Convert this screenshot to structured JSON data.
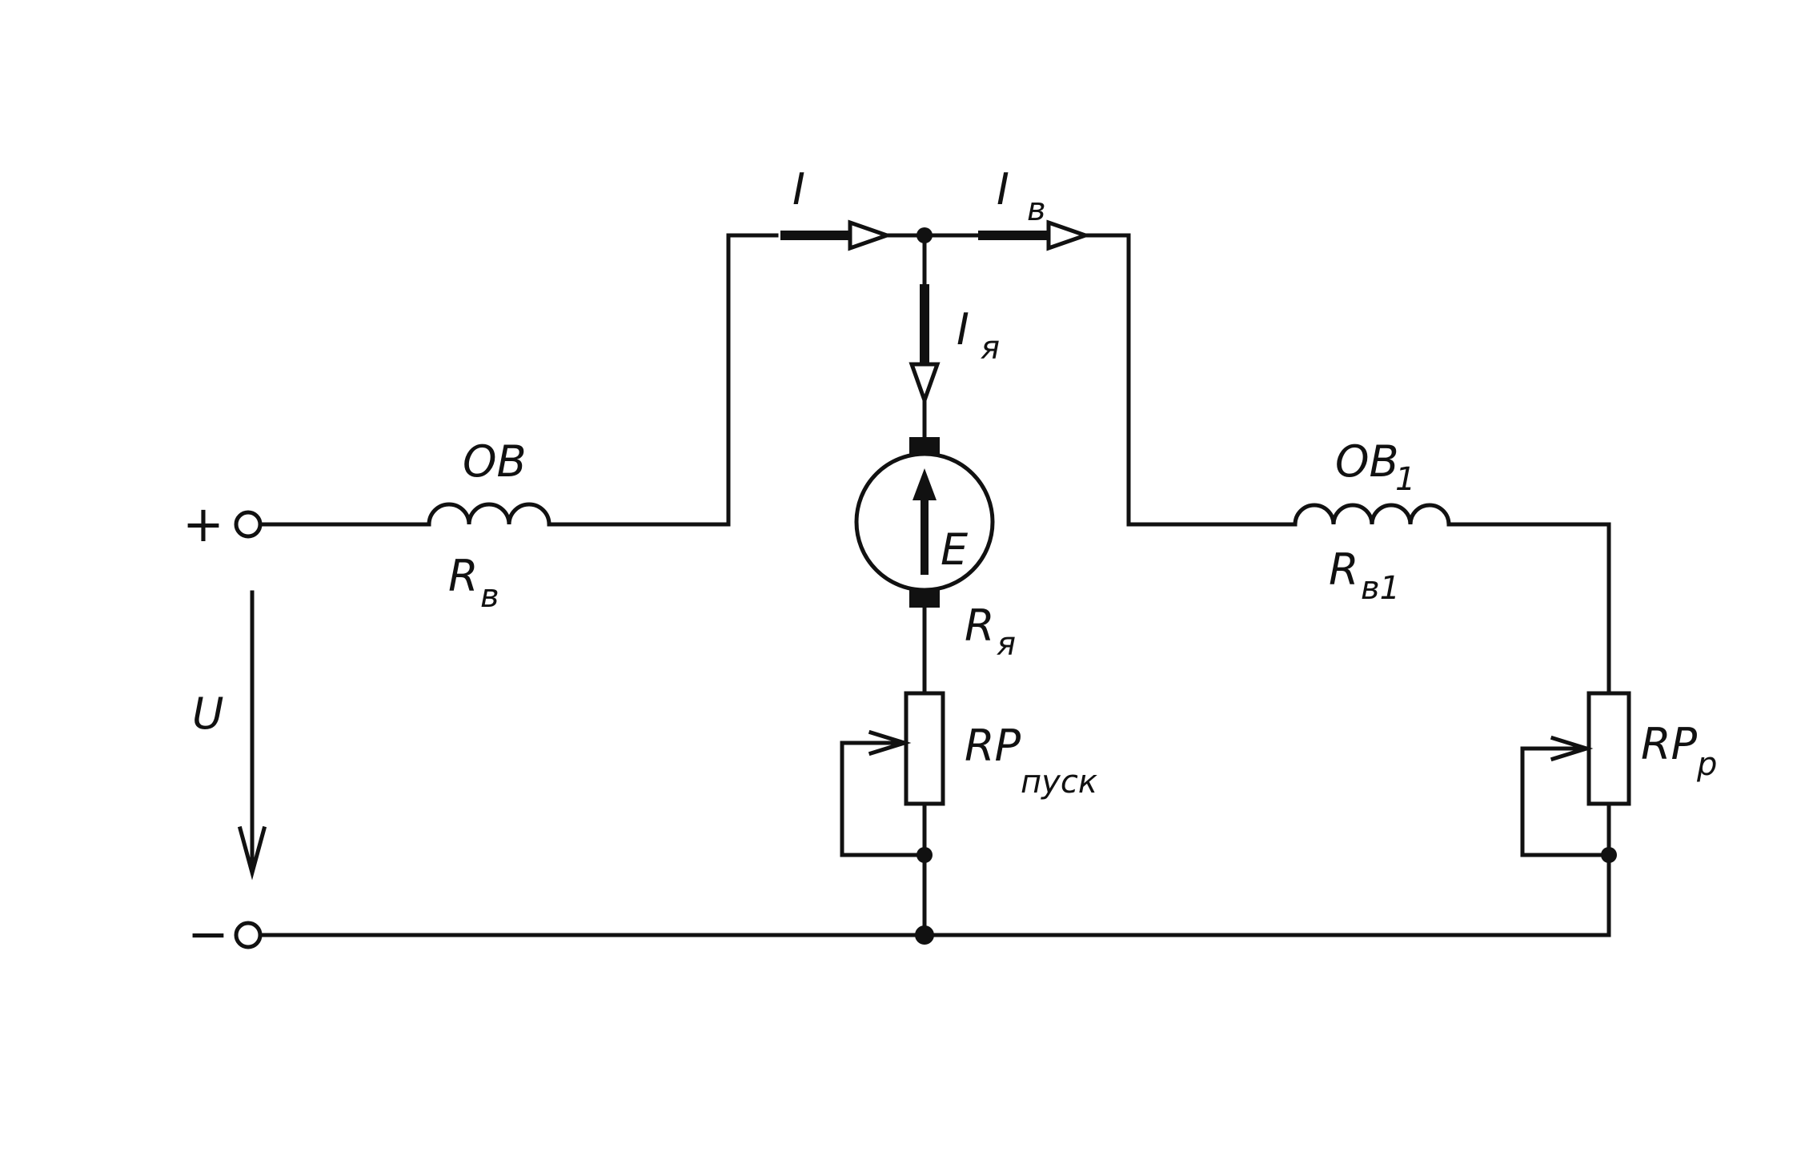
{
  "labels": {
    "plus": "+",
    "minus": "−",
    "voltage": "U",
    "current_total": "I",
    "current_field": "I",
    "current_field_sub": "в",
    "current_armature": "I",
    "current_armature_sub": "я",
    "field_winding_1": "ОВ",
    "field_resistance_1": "R",
    "field_resistance_1_sub": "в",
    "field_winding_2": "ОВ",
    "field_winding_2_sub": "1",
    "field_resistance_2": "R",
    "field_resistance_2_sub": "в1",
    "emf": "E",
    "armature_resistance": "R",
    "armature_resistance_sub": "я",
    "starting_rheostat": "RP",
    "starting_rheostat_sub": "пуск",
    "field_rheostat": "RP",
    "field_rheostat_sub": "р"
  },
  "colors": {
    "ink": "#111111",
    "background": "#ffffff"
  }
}
